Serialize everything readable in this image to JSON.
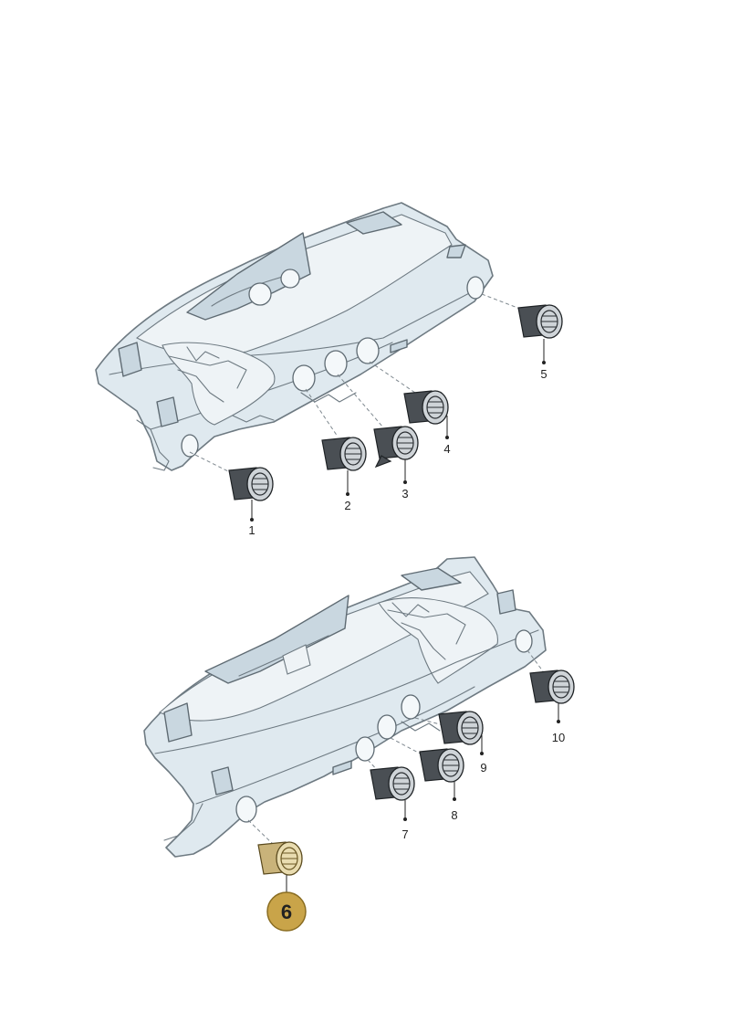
{
  "figure": {
    "top_assembly": {
      "callouts": [
        {
          "id": "1",
          "label": "1"
        },
        {
          "id": "2",
          "label": "2"
        },
        {
          "id": "3",
          "label": "3"
        },
        {
          "id": "4",
          "label": "4"
        },
        {
          "id": "5",
          "label": "5"
        }
      ]
    },
    "bottom_assembly": {
      "callouts": [
        {
          "id": "7",
          "label": "7"
        },
        {
          "id": "8",
          "label": "8"
        },
        {
          "id": "9",
          "label": "9"
        },
        {
          "id": "10",
          "label": "10"
        }
      ],
      "highlighted": {
        "label": "6",
        "badge_color": "#c9a449",
        "part_color": "#c9b37a"
      }
    }
  }
}
